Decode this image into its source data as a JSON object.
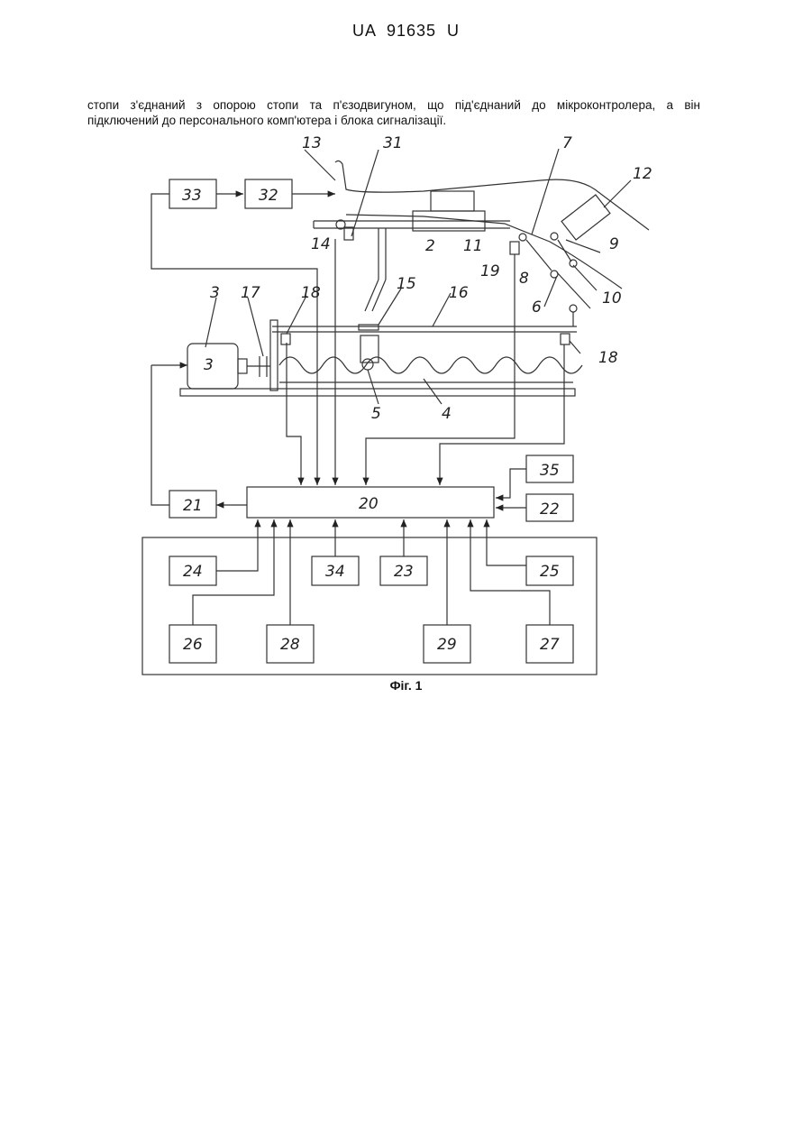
{
  "header": "UA 91635 U",
  "paragraph": {
    "line1": "стопи з'єднаний з опорою стопи та п'єзодвигуном, що під'єднаний до мікроконтролера, а він",
    "line2": "підключений до персонального комп'ютера і блока сигналізації."
  },
  "figure": {
    "caption": "Фіг. 1",
    "blocks": {
      "b33": "33",
      "b32": "32",
      "b3": "3",
      "b21": "21",
      "b20": "20",
      "b35": "35",
      "b22": "22",
      "b24": "24",
      "b34": "34",
      "b23": "23",
      "b25": "25",
      "b26": "26",
      "b28": "28",
      "b29": "29",
      "b27": "27"
    },
    "labels": {
      "l13": "13",
      "l31": "31",
      "l7": "7",
      "l12": "12",
      "l14": "14",
      "l2": "2",
      "l11": "11",
      "l19": "19",
      "l8": "8",
      "l9": "9",
      "l10": "10",
      "l6": "6",
      "l3": "3",
      "l17": "17",
      "l18a": "18",
      "l15": "15",
      "l16": "16",
      "l18b": "18",
      "l5": "5",
      "l4": "4"
    }
  }
}
